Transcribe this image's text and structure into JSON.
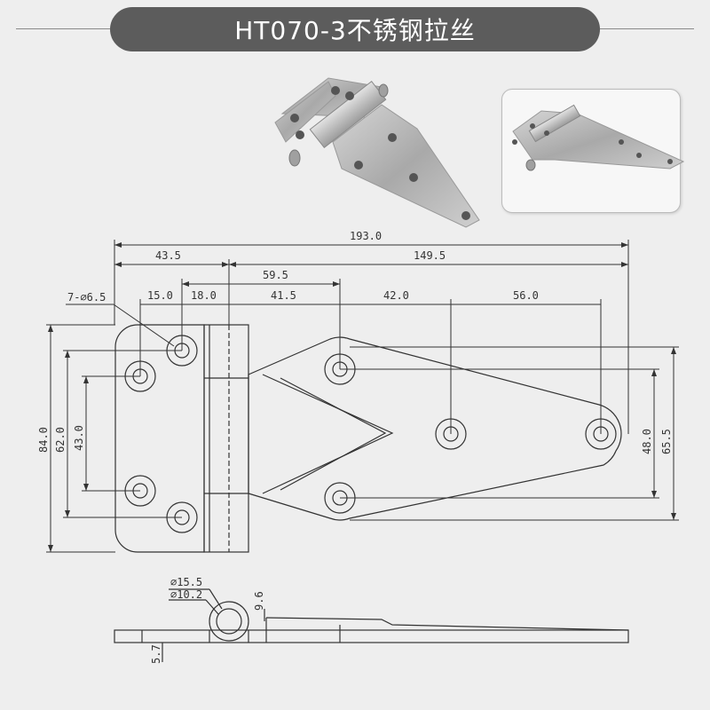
{
  "title": "HT070-3不锈钢拉丝",
  "dims": {
    "overall": "193.0",
    "d43_5": "43.5",
    "d149_5": "149.5",
    "d59_5": "59.5",
    "d15": "15.0",
    "d18": "18.0",
    "d41_5": "41.5",
    "d42": "42.0",
    "d56": "56.0",
    "holes": "7-⌀6.5",
    "h84": "84.0",
    "h62": "62.0",
    "h43": "43.0",
    "h48": "48.0",
    "h65_5": "65.5",
    "knuckle_outer": "⌀15.5",
    "knuckle_inner": "⌀10.2",
    "h9_6": "9.6",
    "h5_7": "5.7"
  },
  "colors": {
    "title_bg": "#5c5c5c",
    "background": "#eeeeee",
    "metal": "#b8b8b8",
    "line": "#333333"
  }
}
